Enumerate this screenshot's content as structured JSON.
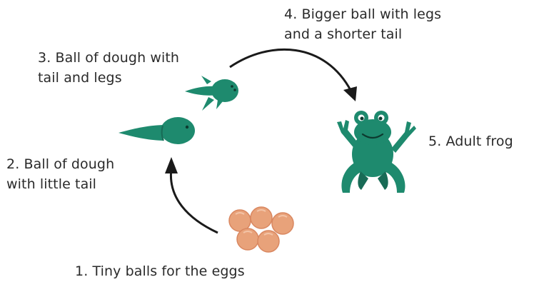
{
  "diagram": {
    "colors": {
      "teal": "#1e8a6e",
      "teal_dark": "#186b56",
      "egg": "#e8a27a",
      "egg_edge": "#d98760",
      "arrow": "#1a1a1a"
    },
    "stages": [
      {
        "label": "1. Tiny balls for the eggs",
        "icon": "eggs-icon"
      },
      {
        "label": "2. Ball of dough\nwith little tail",
        "icon": "tadpole-icon"
      },
      {
        "label": "3. Ball of dough with\ntail and legs",
        "icon": "tadpole-with-legs-icon"
      },
      {
        "label": "4. Bigger ball with legs\nand a shorter tail",
        "icon": "arrow-icon"
      },
      {
        "label": "5. Adult frog",
        "icon": "frog-icon"
      }
    ]
  }
}
